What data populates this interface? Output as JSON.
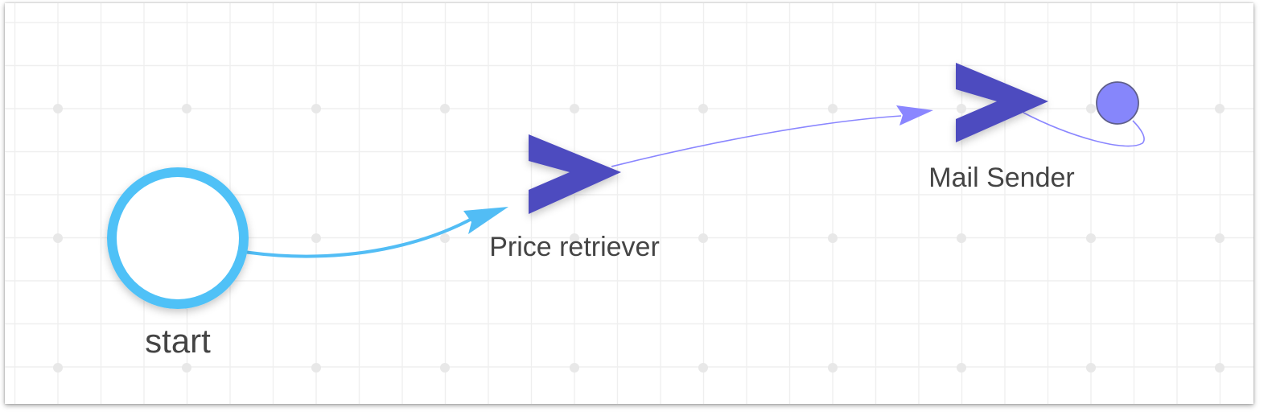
{
  "colors": {
    "start_ring": "#4fc1f7",
    "start_edge": "#52bdf5",
    "task_shape": "#4e4bbf",
    "task_edge": "#8a86ff",
    "end_node_fill": "#8686fb",
    "end_node_stroke": "#5f5f8a",
    "grid_line": "#efefef",
    "grid_dot": "#e8e8e8",
    "label_text": "#444444"
  },
  "nodes": {
    "start": {
      "label": "start",
      "type": "start-event"
    },
    "price_retriever": {
      "label": "Price retriever",
      "type": "task"
    },
    "mail_sender": {
      "label": "Mail Sender",
      "type": "task"
    },
    "end": {
      "label": "",
      "type": "end-event"
    }
  },
  "edges": [
    {
      "from": "start",
      "to": "price_retriever"
    },
    {
      "from": "price_retriever",
      "to": "mail_sender"
    },
    {
      "from": "mail_sender",
      "to": "end"
    }
  ]
}
